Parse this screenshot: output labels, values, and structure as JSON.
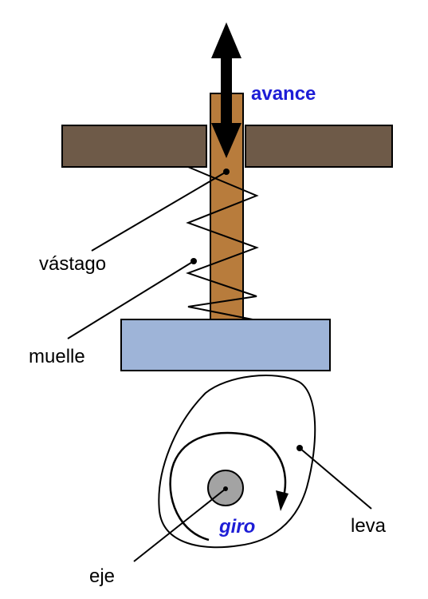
{
  "labels": {
    "advance": "avance",
    "rod": "vástago",
    "spring": "muelle",
    "cam": "leva",
    "rotation": "giro",
    "shaft": "eje"
  },
  "colors": {
    "guide_plate": "#6e5a48",
    "rod": "#b87c3c",
    "follower_plate": "#9eb4d8",
    "shaft": "#a3a3a3",
    "annotation": "#1d1dd6",
    "stroke": "#000000"
  }
}
